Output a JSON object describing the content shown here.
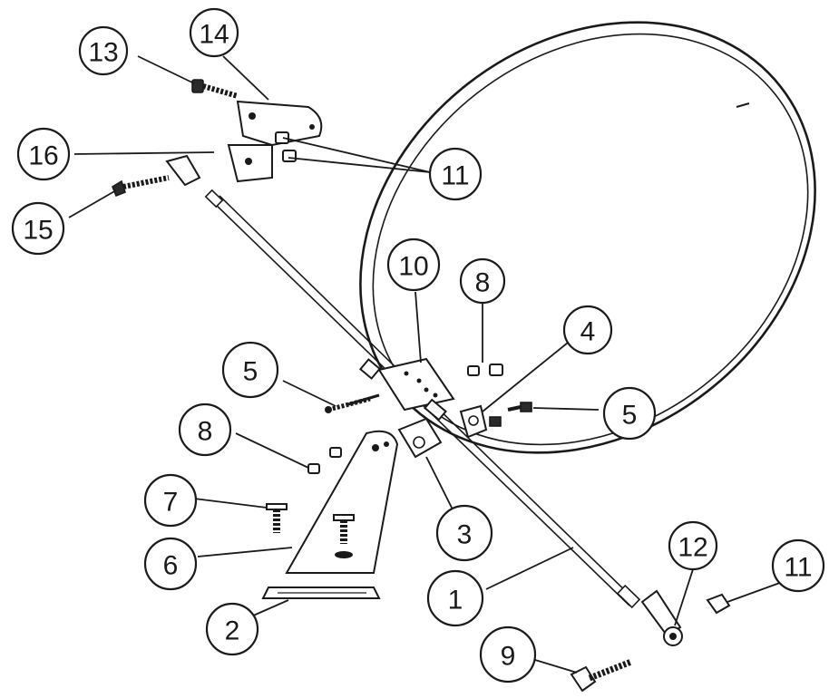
{
  "callouts": {
    "c1": "1",
    "c2": "2",
    "c3": "3",
    "c4": "4",
    "c5a": "5",
    "c5b": "5",
    "c6": "6",
    "c7": "7",
    "c8a": "8",
    "c8b": "8",
    "c9": "9",
    "c10": "10",
    "c11a": "11",
    "c11b": "11",
    "c12": "12",
    "c13": "13",
    "c14": "14",
    "c15": "15",
    "c16": "16"
  },
  "colors": {
    "ink": "#1a1a1a",
    "paper": "#ffffff"
  }
}
